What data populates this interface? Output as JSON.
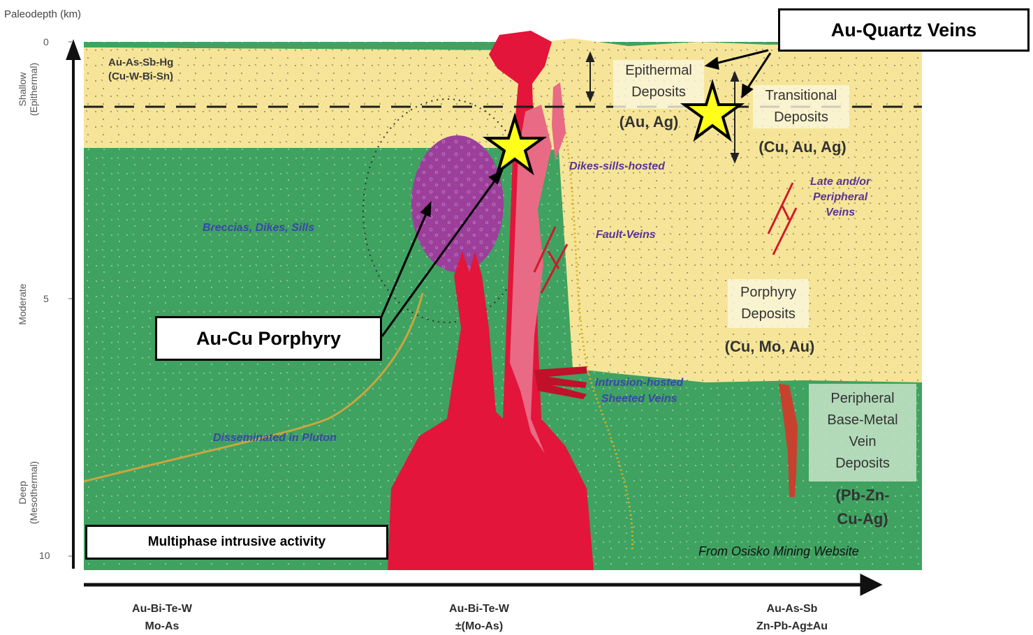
{
  "axis": {
    "title": "Paleodepth (km)",
    "ticks": [
      "0",
      "5",
      "10"
    ],
    "zones": [
      {
        "name": "Shallow",
        "sub": "(Epithermal)"
      },
      {
        "name": "Moderate",
        "sub": ""
      },
      {
        "name": "Deep",
        "sub": "(Mesothermal)"
      }
    ]
  },
  "labels": {
    "top_assemblage": [
      "Au-As-Sb-Hg",
      "(Cu-W-Bi-Sn)"
    ],
    "breccias": "Breccias, Dikes, Sills",
    "dikes_sills": "Dikes-sills-hosted",
    "fault_veins": "Fault-Veins",
    "late_peripheral": [
      "Late and/or",
      "Peripheral",
      "Veins"
    ],
    "intrusion_hosted": [
      "Intrusion-hosted",
      "Sheeted Veins"
    ],
    "disseminated": "Disseminated in Pluton",
    "epithermal": [
      "Epithermal",
      "Deposits"
    ],
    "epithermal_metals": "(Au, Ag)",
    "transitional": [
      "Transitional",
      "Deposits"
    ],
    "transitional_metals": "(Cu, Au, Ag)",
    "porphyry": [
      "Porphyry",
      "Deposits"
    ],
    "porphyry_metals": "(Cu, Mo, Au)",
    "peripheral": [
      "Peripheral",
      "Base-Metal",
      "Vein",
      "Deposits"
    ],
    "peripheral_metals": [
      "(Pb-Zn-",
      "Cu-Ag)"
    ]
  },
  "bottom_assemblages": [
    [
      "Au-Bi-Te-W",
      "Mo-As"
    ],
    [
      "Au-Bi-Te-W",
      "±(Mo-As)"
    ],
    [
      "Au-As-Sb",
      "Zn-Pb-Ag±Au"
    ]
  ],
  "callouts": {
    "quartz": "Au-Quartz Veins",
    "porphyry": "Au-Cu Porphyry",
    "multiphase": "Multiphase intrusive activity"
  },
  "source": "From Osisko Mining Website",
  "colors": {
    "shallow_rock": "#f6e598",
    "deep_rock": "#3fa261",
    "intrusion": "#e3153a",
    "breccia": "#9b3f9b",
    "dike": "#e86a84",
    "star": "#ffff1a",
    "peripheral_box": "#c7e3c8"
  }
}
